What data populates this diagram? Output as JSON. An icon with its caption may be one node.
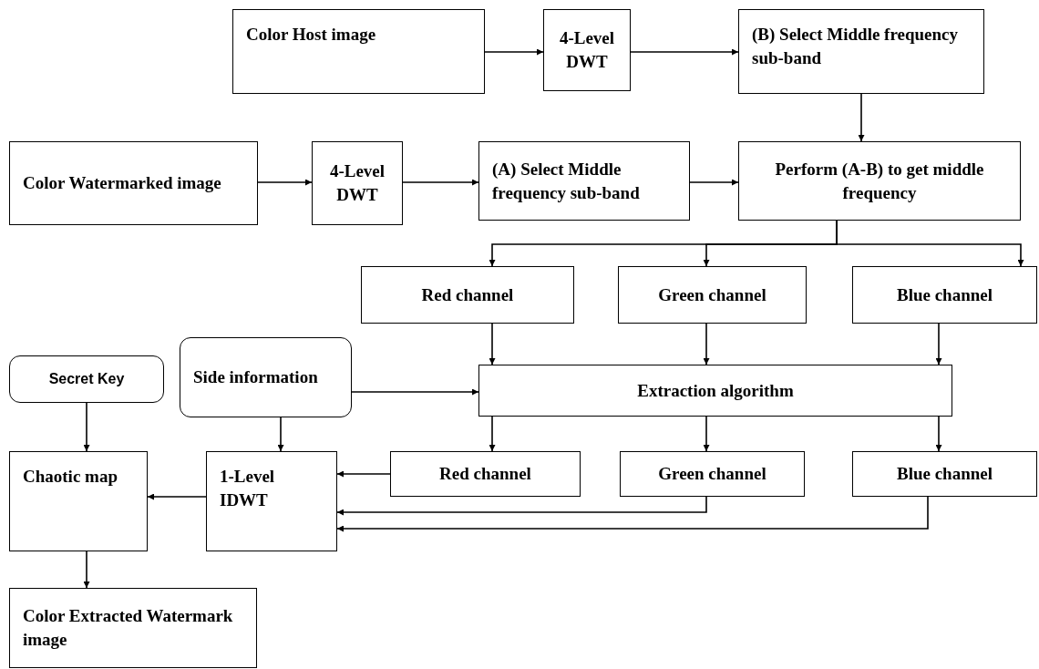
{
  "diagram": {
    "nodes": [
      {
        "text": [
          "Color Host image"
        ]
      },
      {
        "text": [
          "4-Level DWT"
        ]
      },
      {
        "text": [
          "(B) Select Middle frequency sub-band"
        ]
      },
      {
        "text": [
          "Color Watermarked image"
        ]
      },
      {
        "text": [
          "4-Level DWT"
        ]
      },
      {
        "text": [
          "(A) Select Middle frequency sub-band"
        ]
      },
      {
        "text": [
          "Perform (A-B) to get middle frequency"
        ]
      },
      {
        "text": [
          "Red channel"
        ]
      },
      {
        "text": [
          "Green channel"
        ]
      },
      {
        "text": [
          "Blue channel"
        ]
      },
      {
        "text": [
          "Secret Key"
        ]
      },
      {
        "text": [
          "Side information"
        ]
      },
      {
        "text": [
          "Extraction algorithm"
        ]
      },
      {
        "text": [
          "Chaotic map"
        ]
      },
      {
        "text": [
          "1-Level IDWT"
        ]
      },
      {
        "text": [
          "Red channel"
        ]
      },
      {
        "text": [
          "Green channel"
        ]
      },
      {
        "text": [
          "Blue channel"
        ]
      },
      {
        "text": [
          "Color Extracted Watermark image"
        ]
      }
    ],
    "edges": [
      {
        "from": 0,
        "to": 1,
        "arrow": "to"
      },
      {
        "from": 1,
        "to": 2,
        "arrow": "to"
      },
      {
        "from": 2,
        "to": 6,
        "arrow": "to"
      },
      {
        "from": 3,
        "to": 4,
        "arrow": "to"
      },
      {
        "from": 4,
        "to": 5,
        "arrow": "to"
      },
      {
        "from": 5,
        "to": 6,
        "arrow": "to"
      },
      {
        "from": 6,
        "to": 7,
        "arrow": "to"
      },
      {
        "from": 6,
        "to": 8,
        "arrow": "to"
      },
      {
        "from": 6,
        "to": 9,
        "arrow": "to"
      },
      {
        "from": 7,
        "to": 12,
        "arrow": "to"
      },
      {
        "from": 8,
        "to": 12,
        "arrow": "to"
      },
      {
        "from": 9,
        "to": 12,
        "arrow": "to"
      },
      {
        "from": 11,
        "to": 12,
        "arrow": "to"
      },
      {
        "from": 12,
        "to": 15,
        "arrow": "to"
      },
      {
        "from": 12,
        "to": 16,
        "arrow": "to"
      },
      {
        "from": 12,
        "to": 17,
        "arrow": "to"
      },
      {
        "from": 10,
        "to": 13,
        "arrow": "to"
      },
      {
        "from": 11,
        "to": 14,
        "arrow": "to"
      },
      {
        "from": 15,
        "to": 14,
        "arrow": "to"
      },
      {
        "from": 16,
        "to": 14,
        "arrow": "to"
      },
      {
        "from": 17,
        "to": 14,
        "arrow": "to"
      },
      {
        "from": 14,
        "to": 13,
        "arrow": "to"
      },
      {
        "from": 13,
        "to": 18,
        "arrow": "to"
      }
    ]
  }
}
